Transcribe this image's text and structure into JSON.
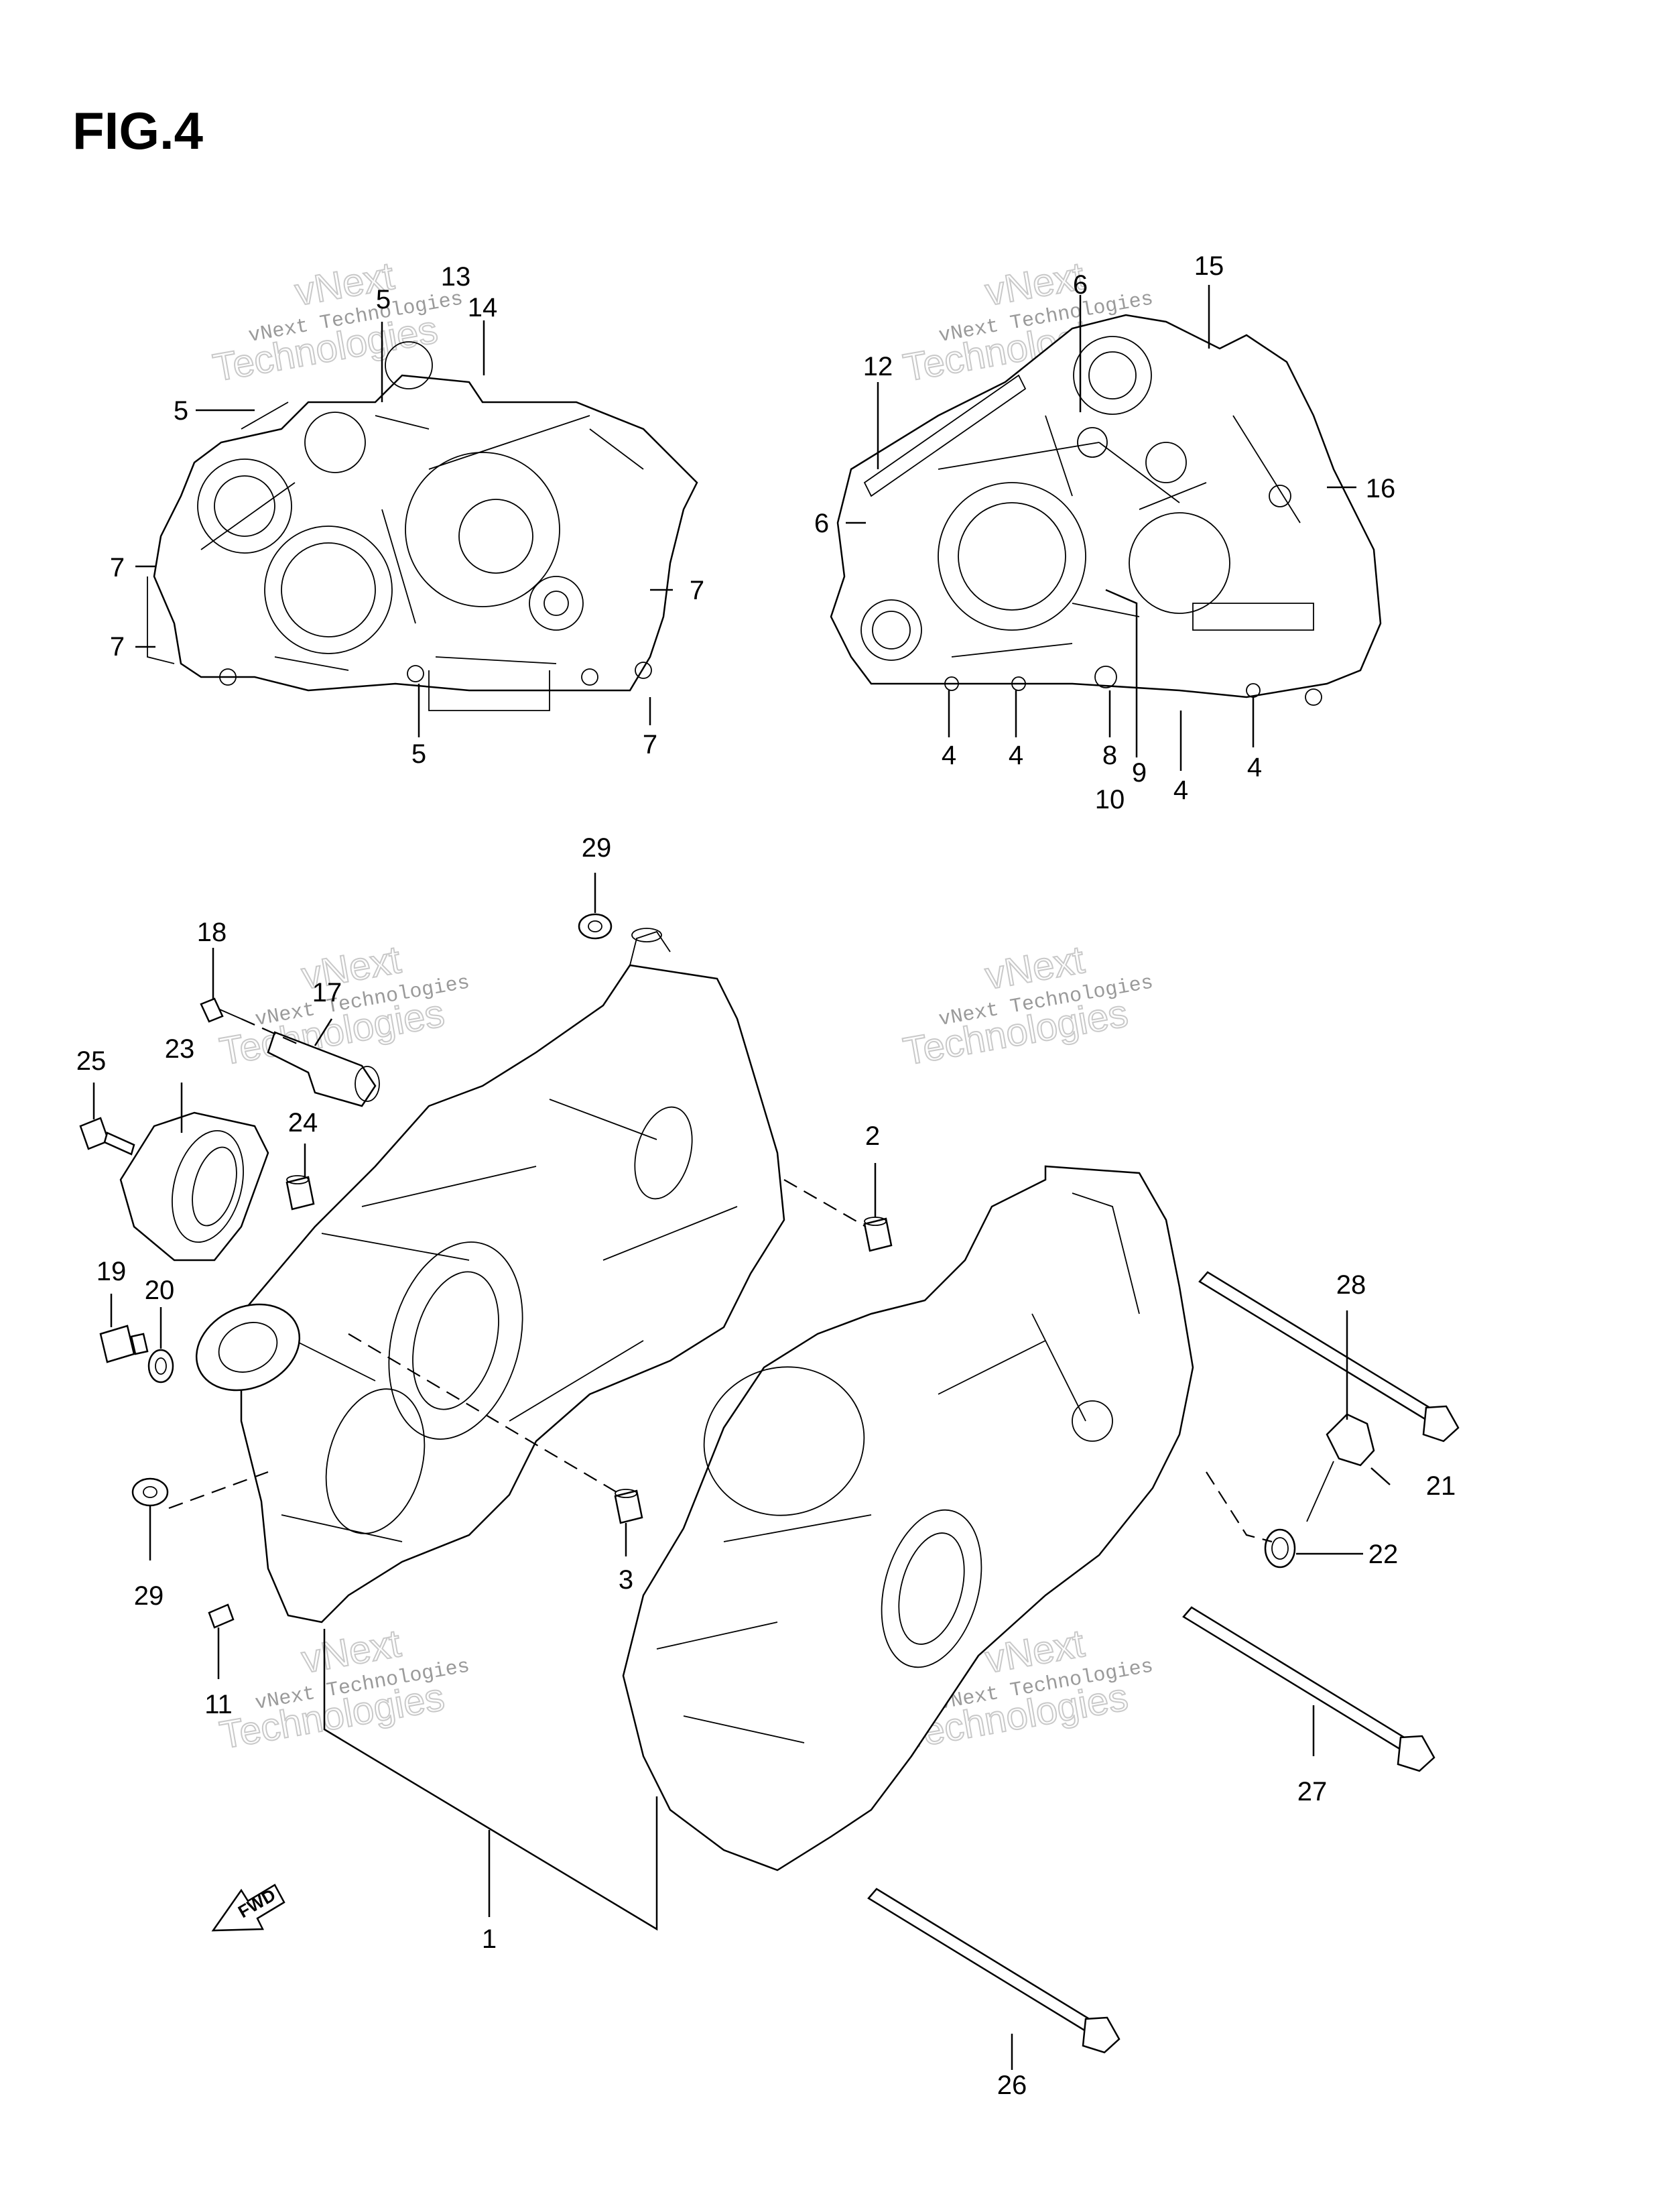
{
  "title": "FIG.4",
  "fwd_label": "FWD",
  "watermark": {
    "line1": "vNext",
    "line2": "vNext Technologies",
    "line3": "Technologies"
  },
  "callouts": {
    "c1": "1",
    "c2": "2",
    "c3": "3",
    "c4a": "4",
    "c4b": "4",
    "c4c": "4",
    "c4d": "4",
    "c5a": "5",
    "c5b": "5",
    "c5c": "5",
    "c6a": "6",
    "c6b": "6",
    "c7a": "7",
    "c7b": "7",
    "c7c": "7",
    "c7d": "7",
    "c8": "8",
    "c9": "9",
    "c10": "10",
    "c11": "11",
    "c12": "12",
    "c13": "13",
    "c14": "14",
    "c15": "15",
    "c16": "16",
    "c17": "17",
    "c18": "18",
    "c19": "19",
    "c20": "20",
    "c21": "21",
    "c22": "22",
    "c23": "23",
    "c24": "24",
    "c25": "25",
    "c26": "26",
    "c27": "27",
    "c28": "28",
    "c29a": "29",
    "c29b": "29"
  }
}
